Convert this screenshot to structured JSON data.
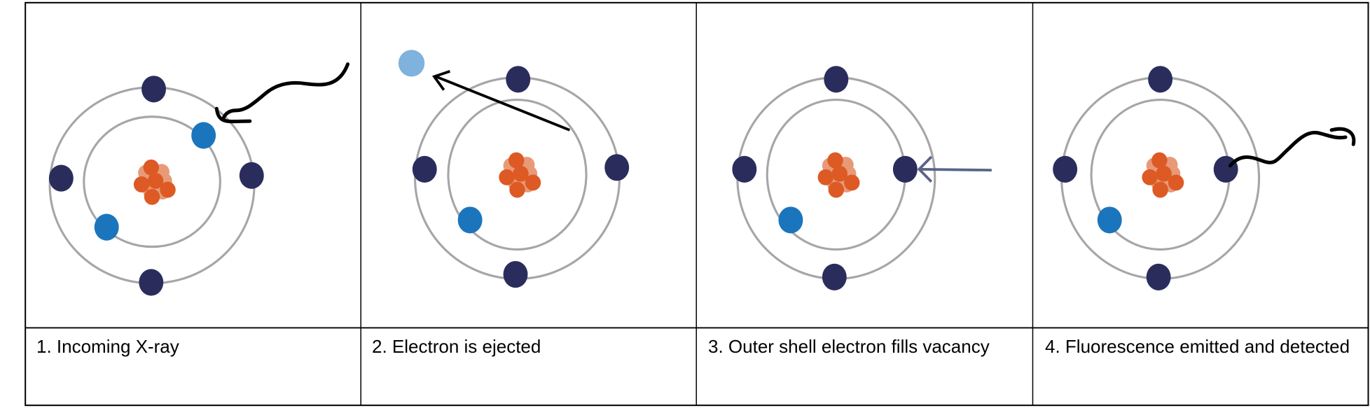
{
  "panels": [
    {
      "label": "1. Incoming X-ray"
    },
    {
      "label": "2. Electron is ejected"
    },
    {
      "label": "3. Outer shell electron fills vacancy"
    },
    {
      "label": "4. Fluorescence emitted and detected"
    }
  ],
  "colors": {
    "orbit": "#a6a6a8",
    "outer_electron": "#2a2d5c",
    "inner_electron": "#1b75bc",
    "ejected_electron": "#7fb2dc",
    "proton": "#dd5a24",
    "neutron": "#e89a78",
    "xray": "#000000",
    "transition_arrow": "#5a6487",
    "border": "#000000"
  }
}
